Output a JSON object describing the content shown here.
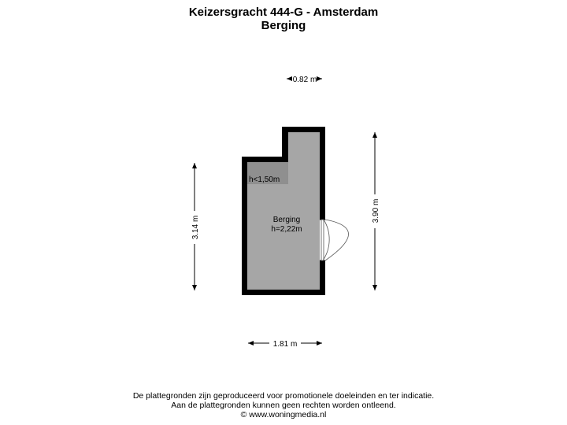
{
  "header": {
    "title": "Keizersgracht 444-G - Amsterdam",
    "subtitle": "Berging"
  },
  "plan": {
    "room_name": "Berging",
    "room_height": "h=2,22m",
    "low_zone_label": "h<1,50m",
    "dimensions": {
      "top": "0.82 m",
      "bottom": "1.81 m",
      "left": "3.14 m",
      "right": "3.90 m"
    },
    "colors": {
      "wall": "#000000",
      "floor": "#a6a6a6",
      "low_zone": "#8f8f8f",
      "door": "#ffffff"
    }
  },
  "footer": {
    "line1": "De plattegronden zijn geproduceerd voor promotionele doeleinden en ter indicatie.",
    "line2": "Aan de plattegronden kunnen geen rechten worden ontleend.",
    "line3": "© www.woningmedia.nl"
  }
}
